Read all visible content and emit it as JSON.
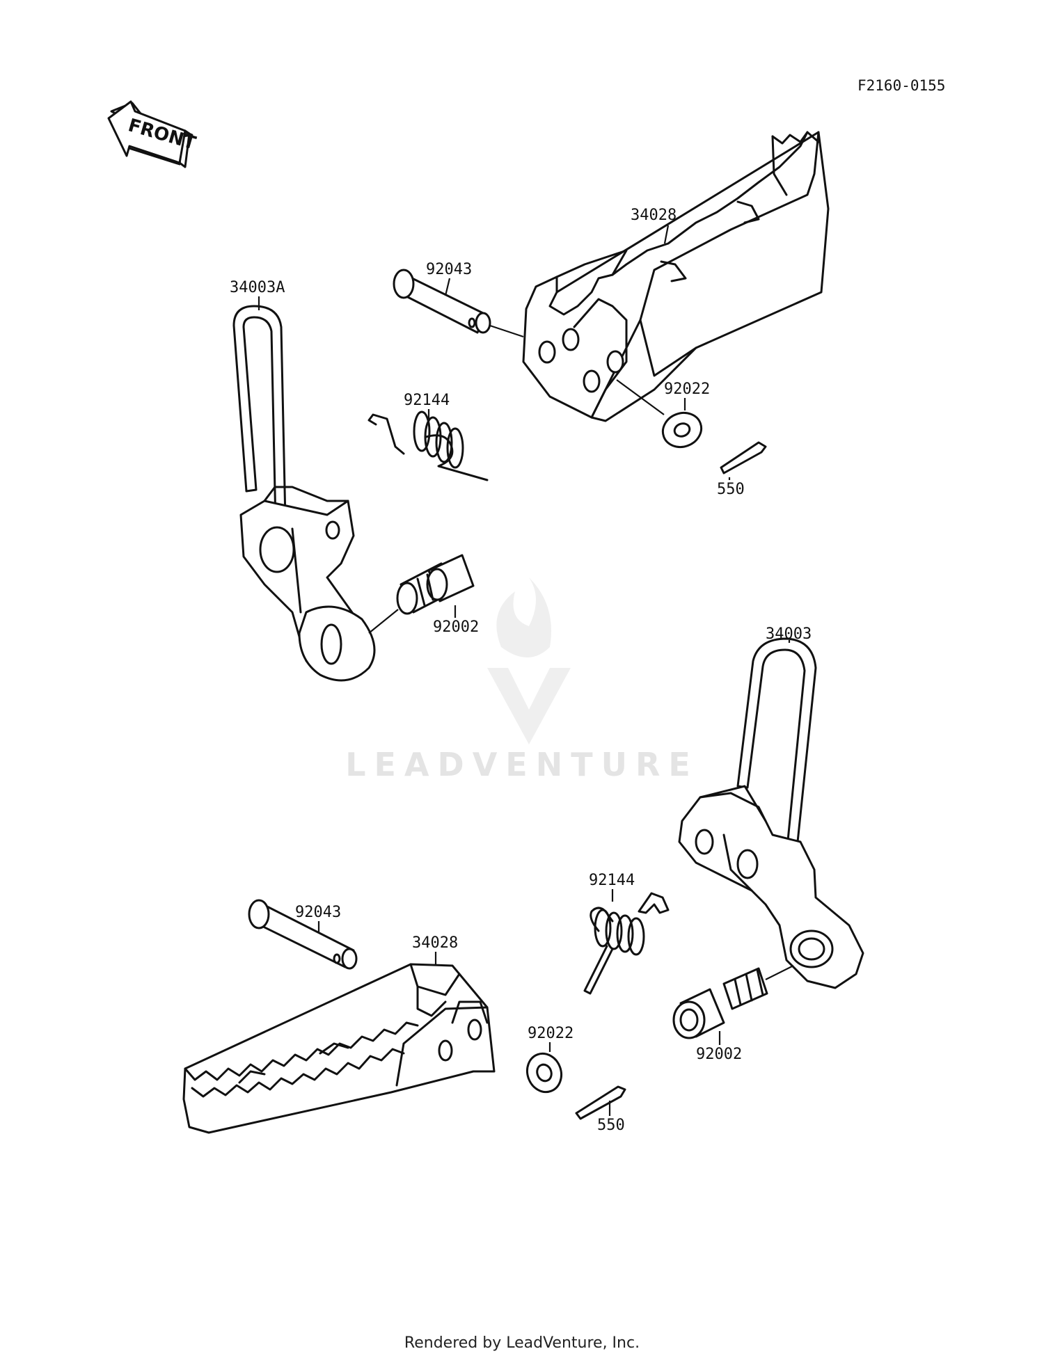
{
  "diagram_code": "F2160-0155",
  "front_label": "FRONT",
  "watermark": "LEADVENTURE",
  "footer": "Rendered by LeadVenture, Inc.",
  "part_labels": {
    "p34028_top": "34028",
    "p92043_top": "92043",
    "p34003A": "34003A",
    "p92144_top": "92144",
    "p92022_top": "92022",
    "p550_top": "550",
    "p92002_top": "92002",
    "p34003": "34003",
    "p92043_bot": "92043",
    "p34028_bot": "34028",
    "p92144_bot": "92144",
    "p92022_bot": "92022",
    "p550_bot": "550",
    "p92002_bot": "92002"
  }
}
